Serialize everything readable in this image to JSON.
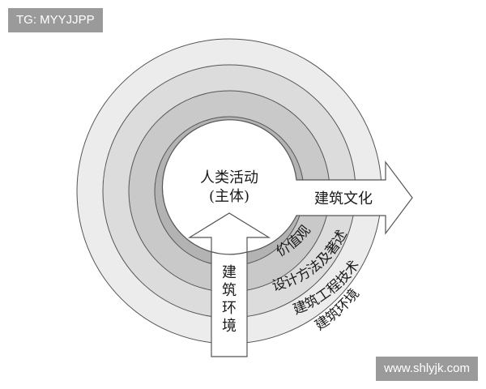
{
  "diagram": {
    "center_line1": "人类活动",
    "center_line2": "(主体)",
    "arrow_right_label": "建筑文化",
    "arrow_up_label": [
      "建",
      "筑",
      "环",
      "境"
    ],
    "ring_labels": [
      "价值观",
      "设计方法及著述",
      "建筑工程技术",
      "建筑环境"
    ]
  },
  "colors": {
    "ring_outer": "#ececec",
    "ring_second": "#dcdcdc",
    "ring_third": "#c9c9c9",
    "ring_inner": "#b3b3b3",
    "stroke": "#555555",
    "arrow_fill": "#ffffff"
  },
  "watermarks": {
    "top_left": "TG: MYYJJPP",
    "bottom_right": "www.shlyjk.com"
  }
}
